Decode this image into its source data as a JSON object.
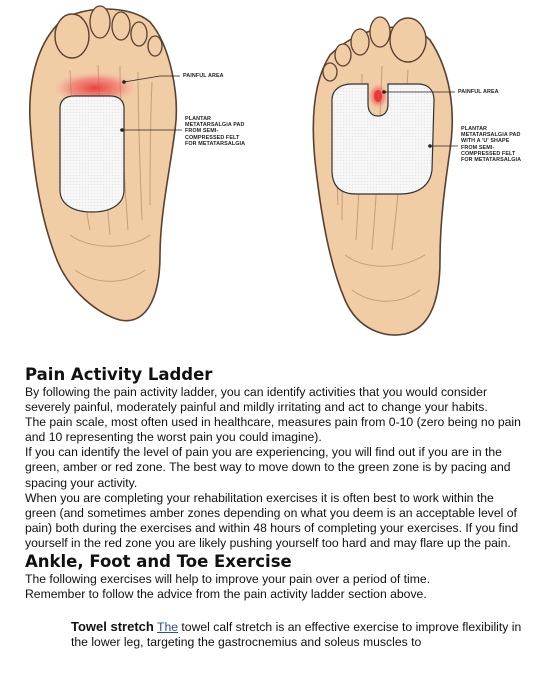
{
  "figure": {
    "left_foot": {
      "callout_painful": "PAINFUL AREA",
      "callout_pad": "PLANTAR\nMETATARSALGIA PAD\nFROM SEMI-\nCOMPRESSED FELT\nFOR METATARSALGIA"
    },
    "right_foot": {
      "callout_painful": "PAINFUL AREA",
      "callout_pad": "PLANTAR\nMETATARSALGIA PAD\nWITH A 'U' SHAPE\nFROM SEMI-\nCOMPRESSED FELT\nFOR METATARSALGIA"
    }
  },
  "section1": {
    "heading": "Pain Activity Ladder",
    "paragraphs": [
      "By following the pain activity ladder, you can identify activities that you would consider severely painful, moderately painful and mildly irritating and act to change your habits.",
      "The pain scale, most often used in healthcare, measures pain from 0-10 (zero being no pain and 10 representing the worst pain you could imagine).",
      "If you can identify the level of pain you are experiencing, you will find out if you are in the green, amber or red zone.  The best way to move down to the green zone is by pacing and spacing your activity.",
      "When you are completing your rehabilitation exercises it is often best to work within the green (and sometimes amber zones depending on what you deem is an acceptable level of pain) both during the exercises and within 48 hours of completing your exercises.  If you find yourself in the red zone you are likely pushing yourself too hard and may flare up the pain."
    ]
  },
  "section2": {
    "heading": "Ankle, Foot and Toe Exercise",
    "intro": [
      "The following exercises will help to improve your pain over a period of time.",
      "Remember to follow the advice from the pain activity ladder section above."
    ]
  },
  "towel_stretch": {
    "title": "Towel stretch",
    "link_word": "The",
    "text": " towel calf stretch is an effective exercise to improve flexibility in the lower leg, targeting the gastrocnemius and soleus muscles to"
  },
  "colors": {
    "skin": "#f1cda6",
    "skin_outline": "#5a4030",
    "pain": "#e83a3a",
    "pad": "#f4f4f4",
    "link": "#2a4f9b"
  }
}
